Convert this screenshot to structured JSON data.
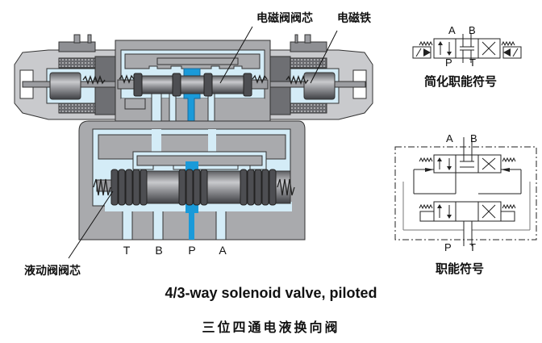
{
  "labels": {
    "pilot_spool": "电磁阀阀芯",
    "solenoid": "电磁铁",
    "main_spool": "液动阀阀芯",
    "simplified_symbol": "简化职能符号",
    "detailed_symbol": "职能符号"
  },
  "ports": {
    "main": [
      "T",
      "B",
      "P",
      "A"
    ],
    "symbol_top": [
      "A",
      "B"
    ],
    "symbol_bottom": [
      "P",
      "T"
    ]
  },
  "captions": {
    "english": "4/3-way solenoid valve, piloted",
    "chinese": "三位四通电液换向阀"
  },
  "colors": {
    "body_gray": "#a9aaad",
    "body_dark": "#6e6f73",
    "fluid_light": "#d4ecf7",
    "fluid_pressure": "#1a9ad9",
    "outline": "#222222",
    "housing_light": "#c9cacd"
  }
}
